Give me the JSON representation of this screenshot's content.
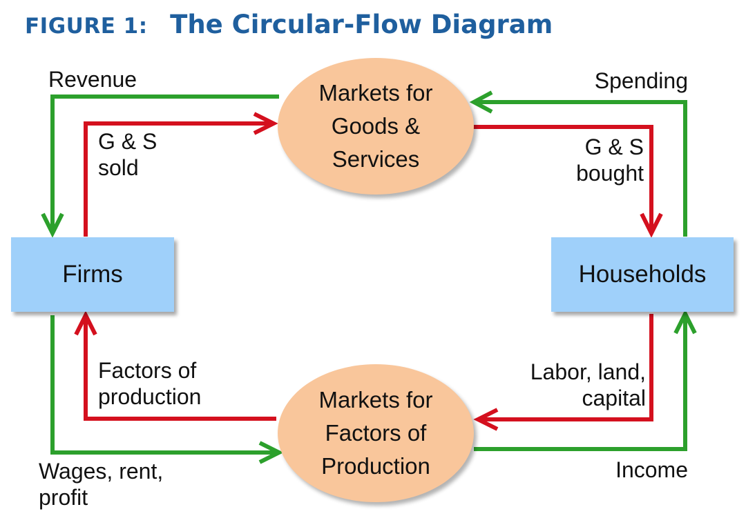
{
  "figure": {
    "label": "FIGURE 1:",
    "title": "The Circular-Flow Diagram"
  },
  "nodes": {
    "firms": "Firms",
    "households": "Households",
    "goods_market": [
      "Markets for",
      "Goods &",
      "Services"
    ],
    "factor_market": [
      "Markets for",
      "Factors of",
      "Production"
    ]
  },
  "labels": {
    "revenue": "Revenue",
    "spending": "Spending",
    "gs_sold": [
      "G & S",
      "sold"
    ],
    "gs_bought": [
      "G & S",
      "bought"
    ],
    "factors_of_production": [
      "Factors of",
      "production"
    ],
    "labor_land_capital": [
      "Labor, land,",
      "capital"
    ],
    "wages_rent_profit": [
      "Wages, rent,",
      "profit"
    ],
    "income": "Income"
  },
  "colors": {
    "money_flow": "#2ca02c",
    "goods_flow": "#d4101e",
    "title": "#1f5f9e",
    "box_fill": "#9fd0fa",
    "ellipse_fill": "#f9c69b"
  }
}
